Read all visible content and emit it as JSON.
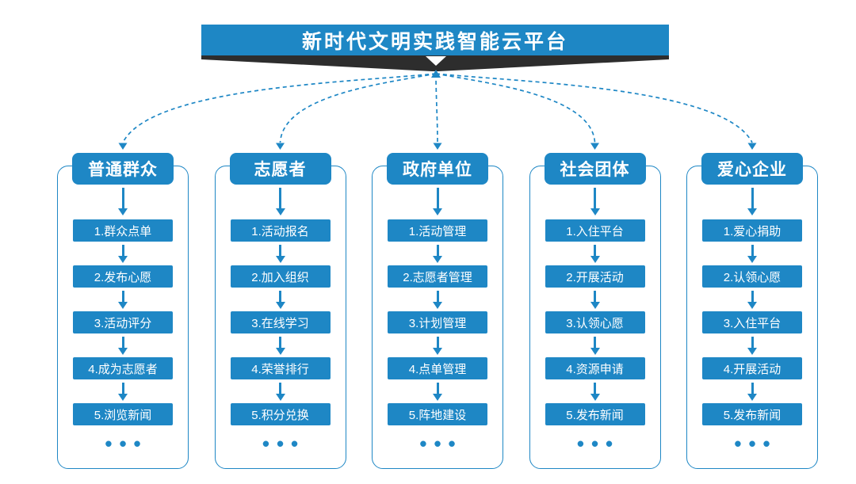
{
  "platform": {
    "title": "新时代文明实践智能云平台"
  },
  "colors": {
    "primary_blue": "#1e87c5",
    "banner_dark": "#2d2d2d",
    "background": "#ffffff"
  },
  "columns": [
    {
      "title": "普通群众",
      "items": [
        "1.群众点单",
        "2.发布心愿",
        "3.活动评分",
        "4.成为志愿者",
        "5.浏览新闻"
      ],
      "more": "•••"
    },
    {
      "title": "志愿者",
      "items": [
        "1.活动报名",
        "2.加入组织",
        "3.在线学习",
        "4.荣誉排行",
        "5.积分兑换"
      ],
      "more": "•••"
    },
    {
      "title": "政府单位",
      "items": [
        "1.活动管理",
        "2.志愿者管理",
        "3.计划管理",
        "4.点单管理",
        "5.阵地建设"
      ],
      "more": "•••"
    },
    {
      "title": "社会团体",
      "items": [
        "1.入住平台",
        "2.开展活动",
        "3.认领心愿",
        "4.资源申请",
        "5.发布新闻"
      ],
      "more": "•••"
    },
    {
      "title": "爱心企业",
      "items": [
        "1.爱心捐助",
        "2.认领心愿",
        "3.入住平台",
        "4.开展活动",
        "5.发布新闻"
      ],
      "more": "•••"
    }
  ]
}
